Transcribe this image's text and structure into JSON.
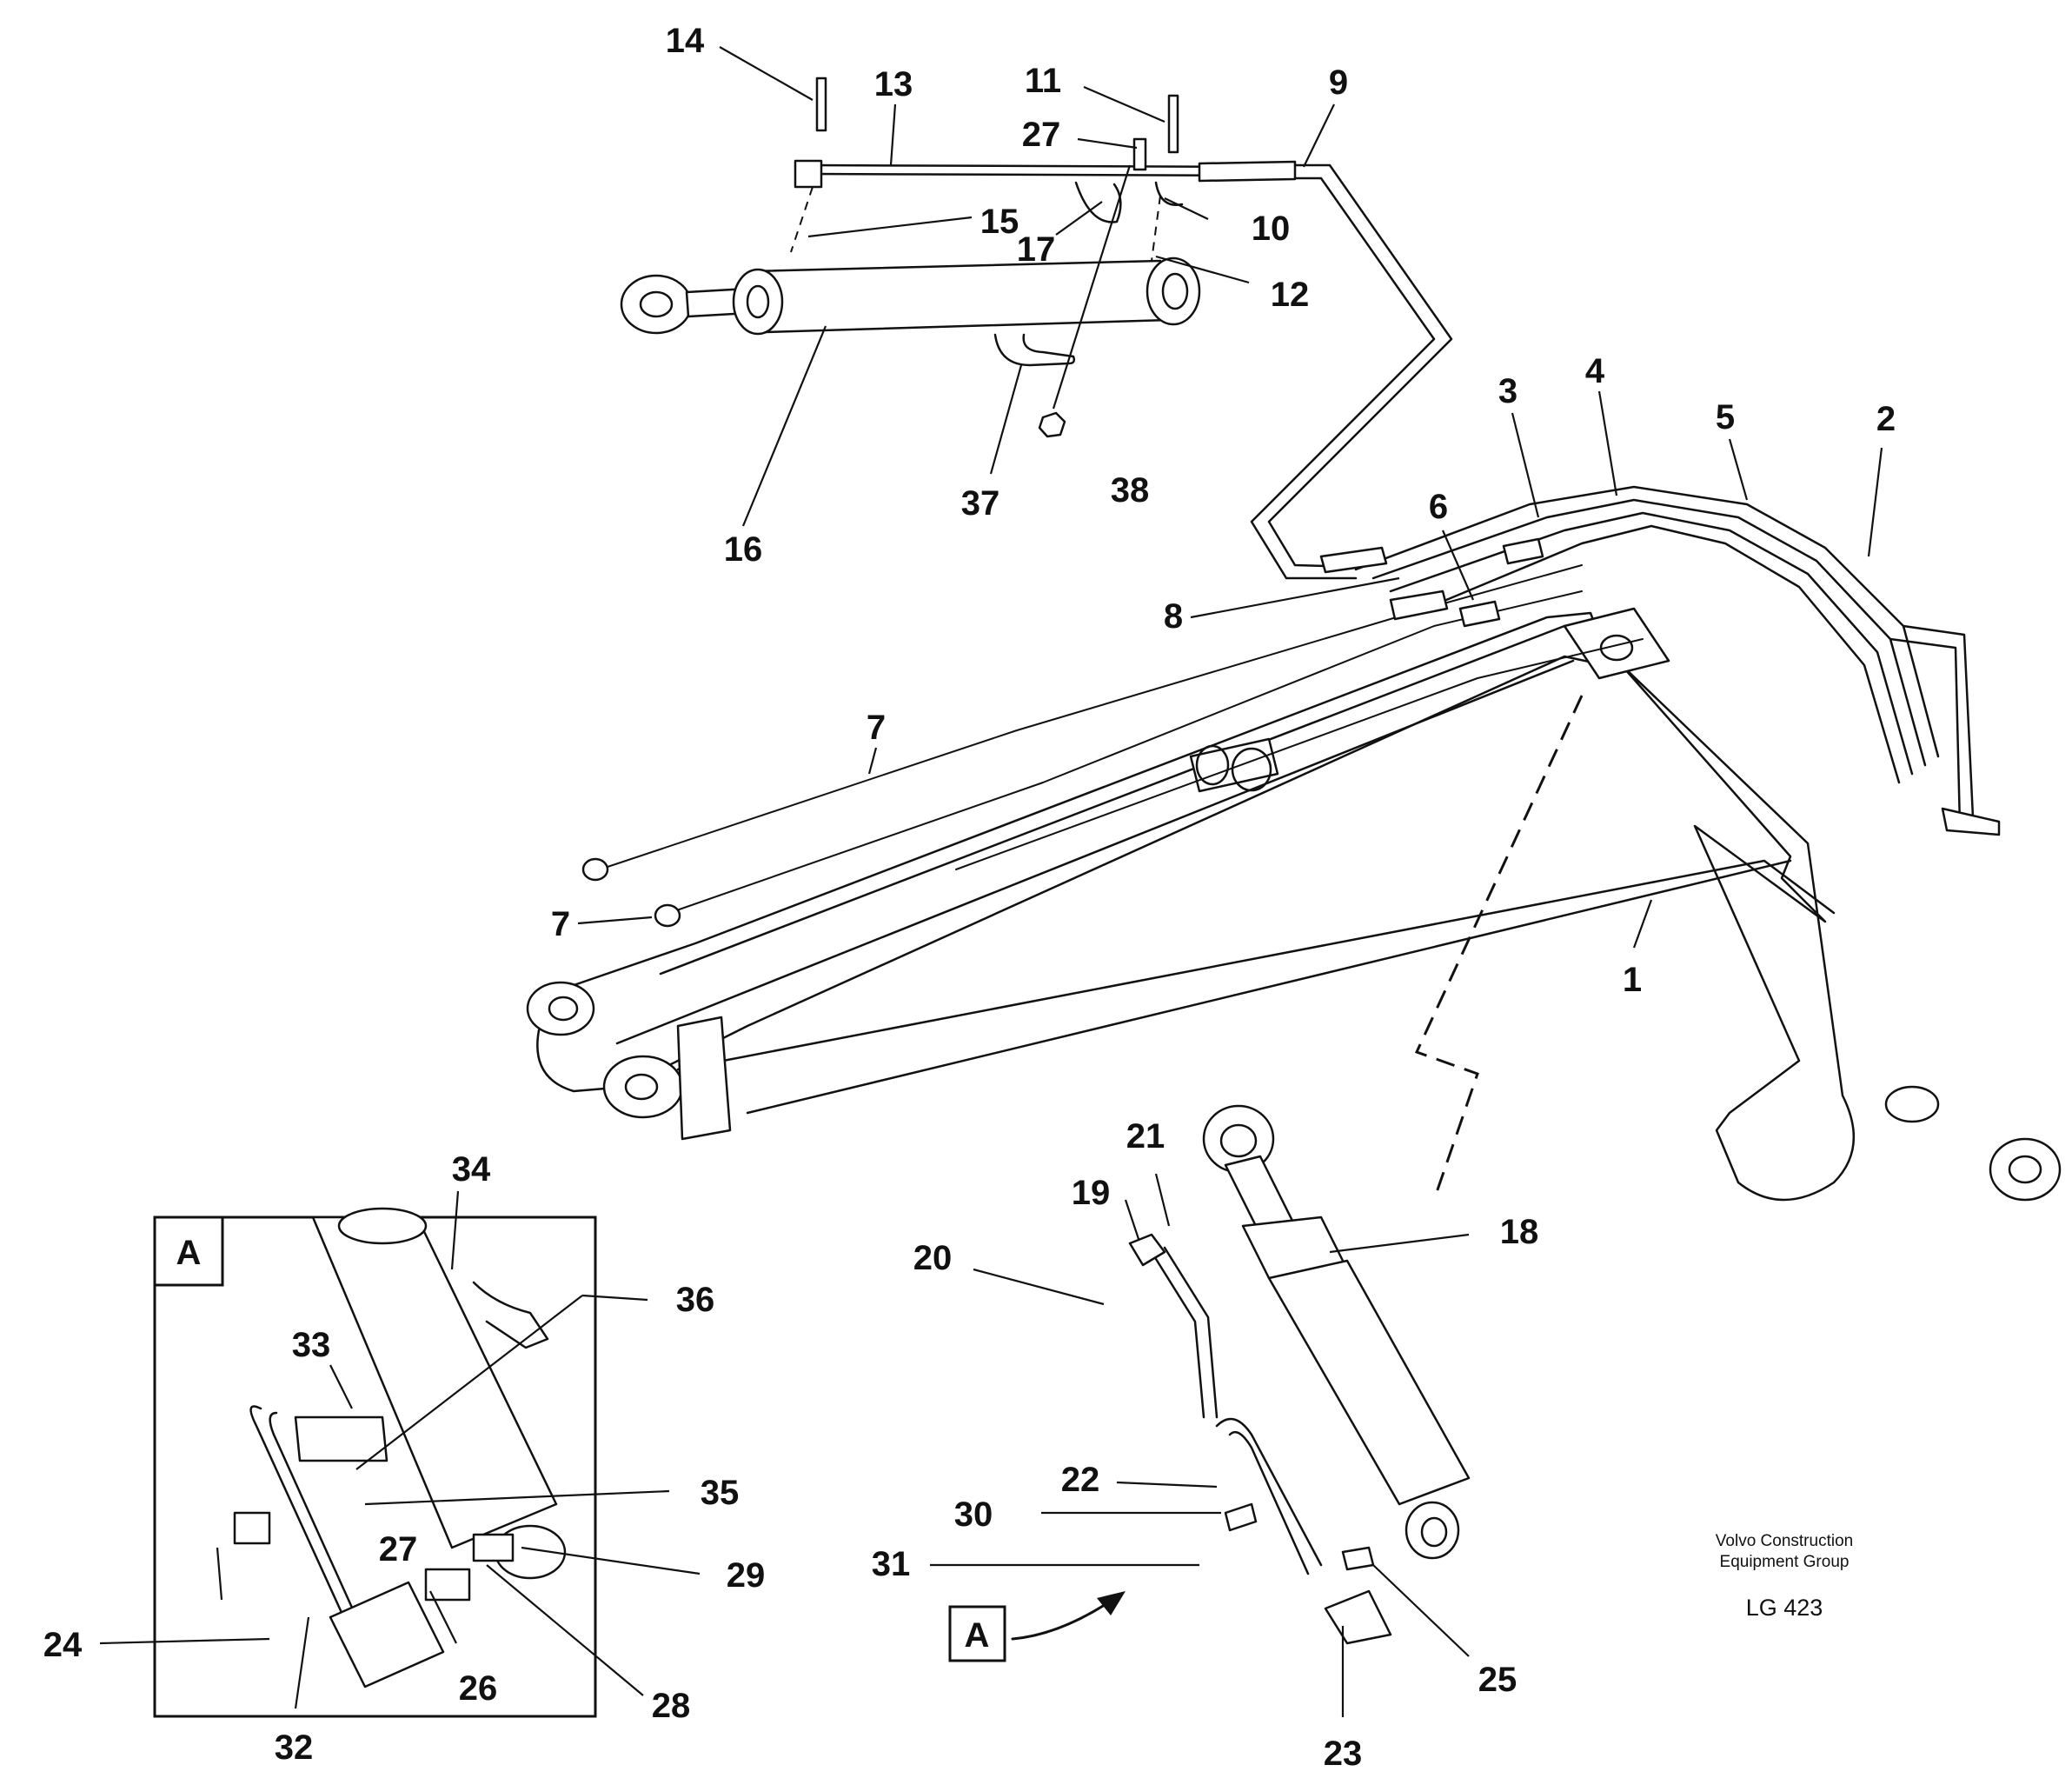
{
  "diagram": {
    "part_numbers": [
      "1",
      "2",
      "3",
      "4",
      "5",
      "6",
      "7",
      "7",
      "8",
      "9",
      "10",
      "11",
      "12",
      "13",
      "14",
      "15",
      "16",
      "17",
      "18",
      "19",
      "20",
      "21",
      "22",
      "23",
      "24",
      "25",
      "26",
      "27",
      "27",
      "28",
      "29",
      "30",
      "31",
      "32",
      "33",
      "34",
      "35",
      "36",
      "37",
      "38"
    ],
    "detail_view_letter": "A",
    "detail_reference_letter": "A"
  },
  "footer": {
    "company_line1": "Volvo Construction",
    "company_line2": "Equipment Group",
    "drawing_code": "LG 423"
  }
}
